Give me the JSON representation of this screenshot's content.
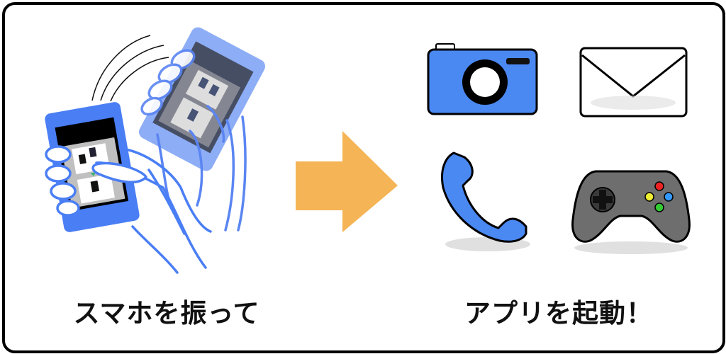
{
  "captions": {
    "left": "スマホを振って",
    "right": "アプリを起動！"
  },
  "icons": [
    "phone-shake-illustration",
    "arrow-right-icon",
    "camera-icon",
    "mail-icon",
    "phone-icon",
    "gamepad-icon"
  ],
  "colors": {
    "phone_blue": "#4a7ef5",
    "arrow_orange": "#f5b455",
    "camera_blue": "#4a88f2",
    "gamepad_gray": "#6e6e6e"
  }
}
